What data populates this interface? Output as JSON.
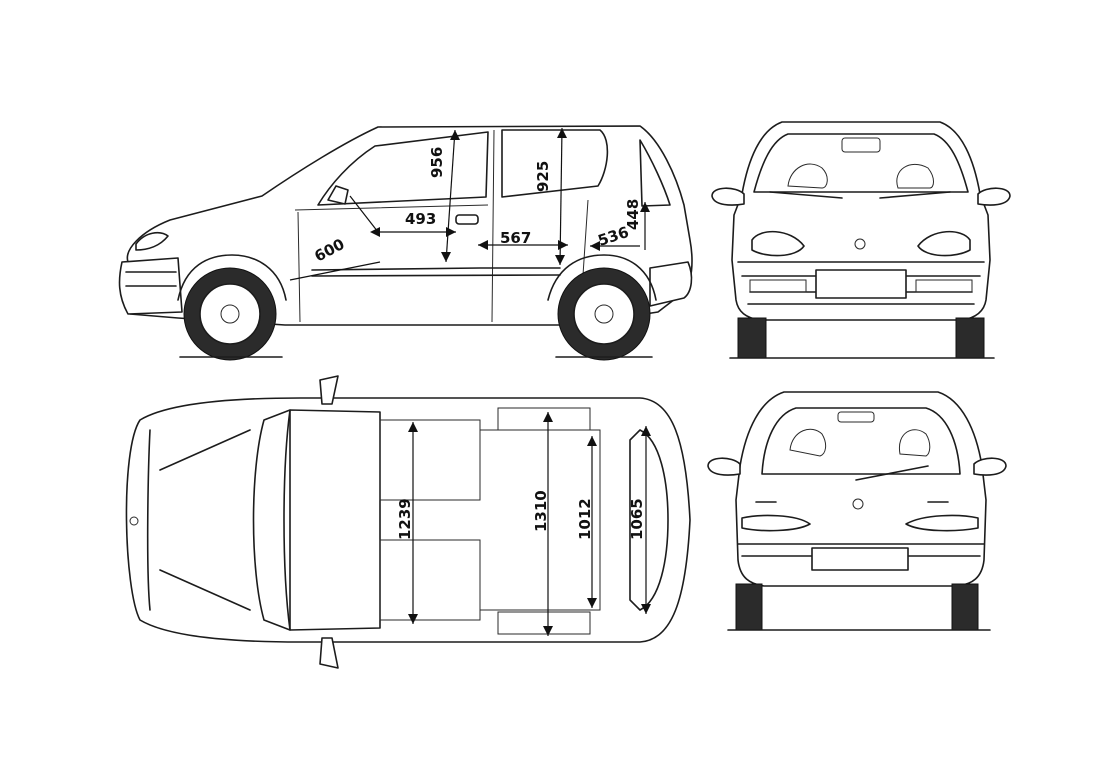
{
  "side_view": {
    "dimensions": [
      "956",
      "925",
      "493",
      "567",
      "536",
      "448",
      "600"
    ]
  },
  "top_view": {
    "dimensions": [
      "1239",
      "1310",
      "1012",
      "1065"
    ]
  }
}
